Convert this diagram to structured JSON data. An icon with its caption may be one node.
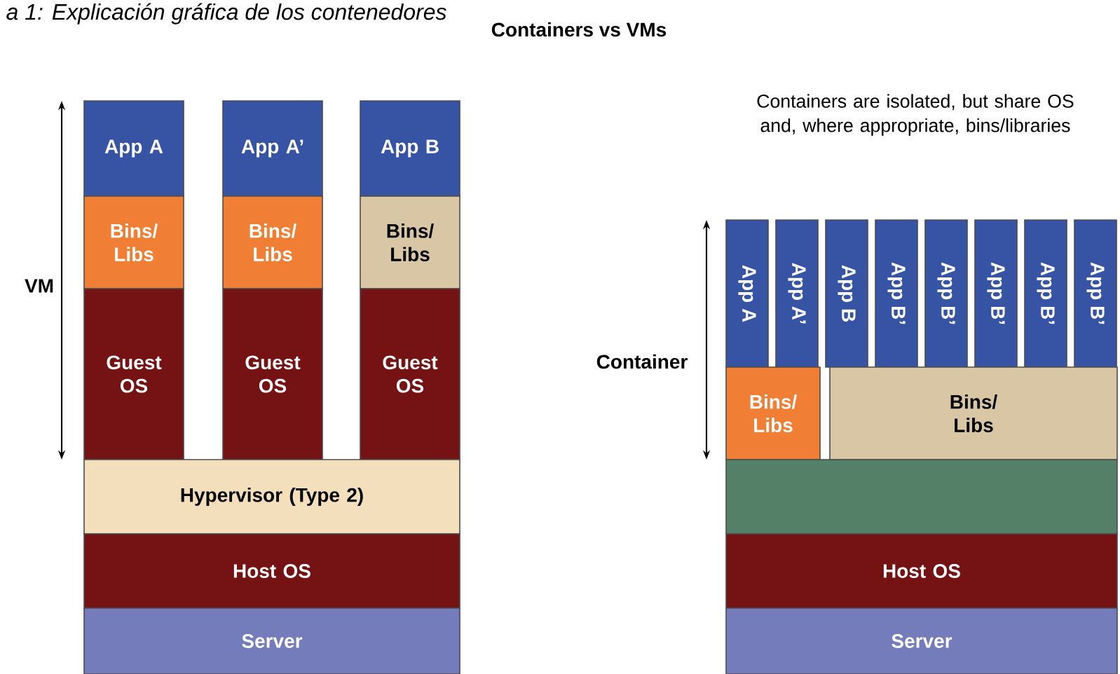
{
  "diagram": {
    "title": "Containers vs VMs",
    "caption": "a 1: Explicación gráfica de los contenedores",
    "nodes": [
      {
        "text": [
          "App A"
        ]
      },
      {
        "text": [
          "App A’"
        ]
      },
      {
        "text": [
          "App B"
        ]
      },
      {
        "text": [
          "Bins/ Libs"
        ]
      },
      {
        "text": [
          "Bins/ Libs"
        ]
      },
      {
        "text": [
          "Bins/ Libs"
        ]
      },
      {
        "text": [
          "Guest OS"
        ]
      },
      {
        "text": [
          "Guest OS"
        ]
      },
      {
        "text": [
          "Guest OS"
        ]
      },
      {
        "text": [
          "Hypervisor (Type 2)"
        ]
      },
      {
        "text": [
          "Host OS"
        ]
      },
      {
        "text": [
          "Server"
        ]
      },
      {
        "text": [
          "App A"
        ]
      },
      {
        "text": [
          "App A’"
        ]
      },
      {
        "text": [
          "App B"
        ]
      },
      {
        "text": [
          "App B’"
        ]
      },
      {
        "text": [
          "App B’"
        ]
      },
      {
        "text": [
          "App B’"
        ]
      },
      {
        "text": [
          "App B’"
        ]
      },
      {
        "text": [
          "App B’"
        ]
      },
      {
        "text": [
          "Bins/ Libs"
        ]
      },
      {
        "text": [
          "Bins/ Libs"
        ]
      },
      {
        "text": [],
        "shape": "box"
      },
      {
        "text": [
          "Host OS"
        ]
      },
      {
        "text": [
          "Server"
        ]
      }
    ],
    "edges": [],
    "labels": [
      "VM",
      "Containers are isolated, but share OS and, where appropriate, bins/libraries",
      "Container"
    ]
  }
}
